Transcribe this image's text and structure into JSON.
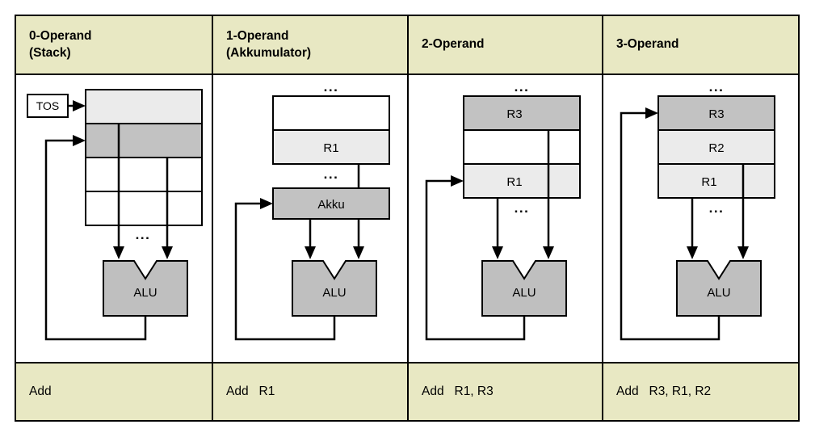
{
  "figure": {
    "title_present": false,
    "columns": [
      {
        "id": "col-0-operand",
        "header_line1": "0-Operand",
        "header_line2": "(Stack)",
        "instruction": "Add",
        "pointer_label": "TOS",
        "ellipsis_top": "",
        "ellipsis_bottom": "...",
        "alu_label": "ALU",
        "cells": [
          {
            "label": "",
            "fill": "#ebebeb"
          },
          {
            "label": "",
            "fill": "#c2c2c2"
          },
          {
            "label": "",
            "fill": "#ffffff"
          },
          {
            "label": "",
            "fill": "#ffffff"
          }
        ]
      },
      {
        "id": "col-1-operand",
        "header_line1": "1-Operand",
        "header_line2": "(Akkumulator)",
        "instruction": "Add   R1",
        "pointer_label": "",
        "ellipsis_top": "...",
        "ellipsis_bottom": "...",
        "alu_label": "ALU",
        "accumulator_label": "Akku",
        "cells": [
          {
            "label": "",
            "fill": "#ffffff"
          },
          {
            "label": "R1",
            "fill": "#ebebeb"
          }
        ]
      },
      {
        "id": "col-2-operand",
        "header_line1": "2-Operand",
        "header_line2": "",
        "instruction": "Add   R1, R3",
        "pointer_label": "",
        "ellipsis_top": "...",
        "ellipsis_bottom": "...",
        "alu_label": "ALU",
        "cells": [
          {
            "label": "R3",
            "fill": "#c2c2c2"
          },
          {
            "label": "",
            "fill": "#ffffff"
          },
          {
            "label": "R1",
            "fill": "#ebebeb"
          }
        ]
      },
      {
        "id": "col-3-operand",
        "header_line1": "3-Operand",
        "header_line2": "",
        "instruction": "Add   R3, R1, R2",
        "pointer_label": "",
        "ellipsis_top": "...",
        "ellipsis_bottom": "...",
        "alu_label": "ALU",
        "cells": [
          {
            "label": "R3",
            "fill": "#c2c2c2"
          },
          {
            "label": "R2",
            "fill": "#ebebeb"
          },
          {
            "label": "R1",
            "fill": "#ebebeb"
          }
        ]
      }
    ],
    "colors": {
      "header_background": "#e8e8c3",
      "footer_background": "#e8e8c3",
      "border": "#000000",
      "cell_white": "#ffffff",
      "cell_light_gray": "#ebebeb",
      "cell_mid_gray": "#c2c2c2",
      "alu_fill": "#bfbfbf",
      "page_background": "#ffffff"
    }
  }
}
